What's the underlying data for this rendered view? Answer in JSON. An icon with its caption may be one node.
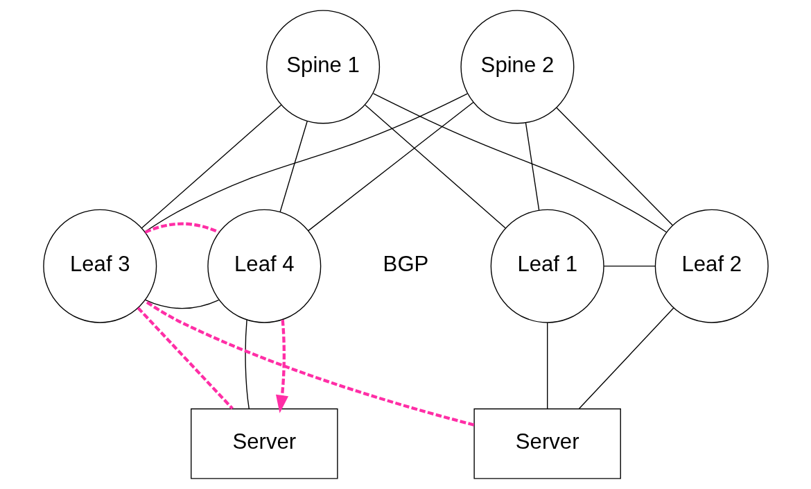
{
  "diagram": {
    "nodes": [
      {
        "text": [
          "Spine 1"
        ]
      },
      {
        "text": [
          "Spine 2"
        ]
      },
      {
        "text": [
          "Leaf 3"
        ]
      },
      {
        "text": [
          "Leaf 4"
        ]
      },
      {
        "text": [
          "Leaf 1"
        ]
      },
      {
        "text": [
          "Leaf 2"
        ]
      },
      {
        "text": [
          "Server"
        ]
      },
      {
        "text": [
          "Server"
        ]
      }
    ],
    "edges": [
      {
        "from": 0,
        "to": 2,
        "arrow": "none"
      },
      {
        "from": 0,
        "to": 3,
        "arrow": "none"
      },
      {
        "from": 0,
        "to": 4,
        "arrow": "none"
      },
      {
        "from": 0,
        "to": 5,
        "arrow": "none"
      },
      {
        "from": 1,
        "to": 2,
        "arrow": "none"
      },
      {
        "from": 1,
        "to": 3,
        "arrow": "none"
      },
      {
        "from": 1,
        "to": 4,
        "arrow": "none"
      },
      {
        "from": 1,
        "to": 5,
        "arrow": "none"
      },
      {
        "from": 2,
        "to": 3,
        "arrow": "none"
      },
      {
        "from": 4,
        "to": 5,
        "arrow": "none"
      },
      {
        "from": 3,
        "to": 6,
        "arrow": "none"
      },
      {
        "from": 4,
        "to": 7,
        "arrow": "none"
      },
      {
        "from": 5,
        "to": 7,
        "arrow": "none"
      },
      {
        "from": 2,
        "to": 6,
        "arrow": "none",
        "style": "dashed",
        "color": "#ff2ea6"
      },
      {
        "from": 7,
        "to": 2,
        "arrow": "none",
        "style": "dashed",
        "color": "#ff2ea6"
      },
      {
        "from": 2,
        "to": 3,
        "arrow": "none",
        "style": "dashed",
        "color": "#ff2ea6"
      },
      {
        "from": 3,
        "to": 6,
        "arrow": "to",
        "style": "dashed",
        "color": "#ff2ea6"
      }
    ],
    "labels": [
      "BGP"
    ]
  }
}
